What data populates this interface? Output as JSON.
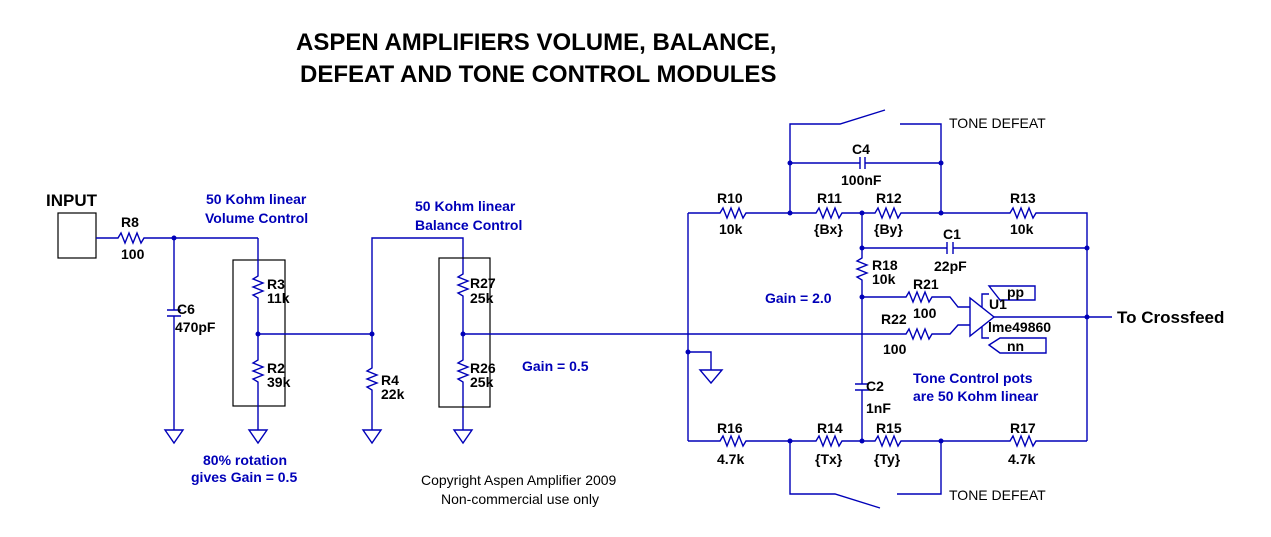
{
  "title": {
    "line1": "ASPEN AMPLIFIERS VOLUME,  BALANCE,",
    "line2": "DEFEAT AND TONE CONTROL MODULES"
  },
  "labels": {
    "input": "INPUT",
    "output": "To Crossfeed",
    "tone_defeat_top": "TONE DEFEAT",
    "tone_defeat_bottom": "TONE DEFEAT",
    "copyright1": "Copyright Aspen Amplifier 2009",
    "copyright2": "Non-commercial use only"
  },
  "notes": {
    "volume1": "50 Kohm linear",
    "volume2": "Volume Control",
    "balance1": "50 Kohm linear",
    "balance2": "Balance Control",
    "gain_balance": "Gain = 0.5",
    "gain_tone": "Gain = 2.0",
    "rotation1": "80% rotation",
    "rotation2": "gives Gain = 0.5",
    "tone1": "Tone Control pots",
    "tone2": "are 50 Kohm linear"
  },
  "components": {
    "R8": {
      "ref": "R8",
      "value": "100"
    },
    "C6": {
      "ref": "C6",
      "value": "470pF"
    },
    "R3": {
      "ref": "R3",
      "value": "11k"
    },
    "R2": {
      "ref": "R2",
      "value": "39k"
    },
    "R4": {
      "ref": "R4",
      "value": "22k"
    },
    "R27": {
      "ref": "R27",
      "value": "25k"
    },
    "R26": {
      "ref": "R26",
      "value": "25k"
    },
    "R10": {
      "ref": "R10",
      "value": "10k"
    },
    "R11": {
      "ref": "R11",
      "value": "{Bx}"
    },
    "R12": {
      "ref": "R12",
      "value": "{By}"
    },
    "R13": {
      "ref": "R13",
      "value": "10k"
    },
    "C4": {
      "ref": "C4",
      "value": "100nF"
    },
    "C1": {
      "ref": "C1",
      "value": "22pF"
    },
    "R18": {
      "ref": "R18",
      "value": "10k"
    },
    "R21": {
      "ref": "R21",
      "value": "100"
    },
    "R22": {
      "ref": "R22",
      "value": "100"
    },
    "C2": {
      "ref": "C2",
      "value": "1nF"
    },
    "R16": {
      "ref": "R16",
      "value": "4.7k"
    },
    "R14": {
      "ref": "R14",
      "value": "{Tx}"
    },
    "R15": {
      "ref": "R15",
      "value": "{Ty}"
    },
    "R17": {
      "ref": "R17",
      "value": "4.7k"
    },
    "U1": {
      "ref": "U1",
      "value": "lme49860",
      "pin_top": "pp",
      "pin_bottom": "nn"
    }
  }
}
